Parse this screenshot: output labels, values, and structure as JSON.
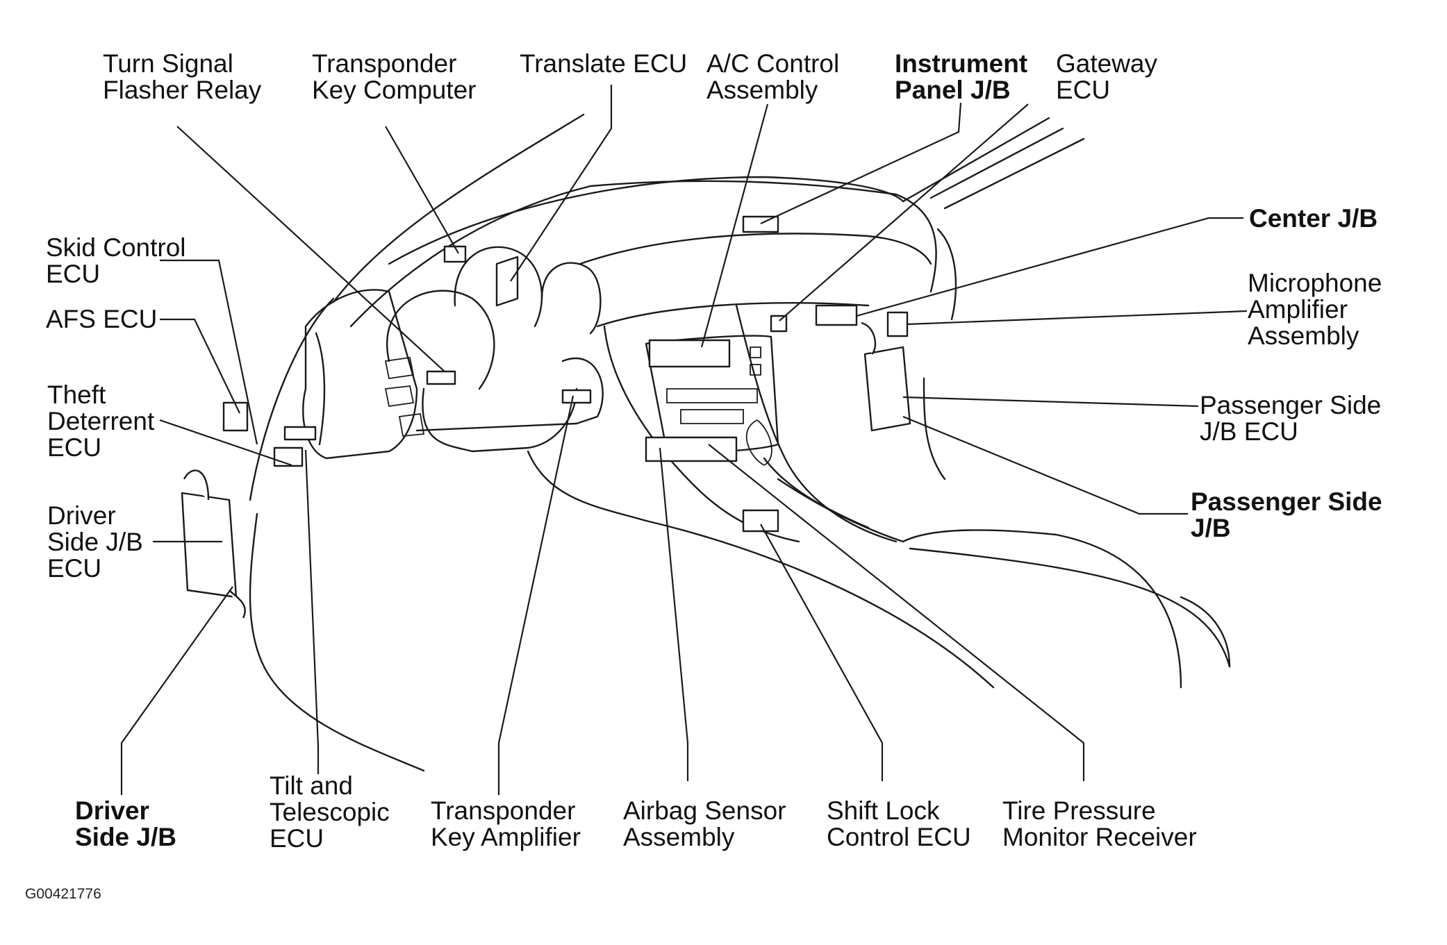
{
  "labels": {
    "turn_signal": [
      "Turn Signal",
      "Flasher Relay"
    ],
    "transponder_key_computer": [
      "Transponder",
      "Key Computer"
    ],
    "translate_ecu": [
      "Translate ECU"
    ],
    "ac_control": [
      "A/C Control",
      "Assembly"
    ],
    "instrument_panel_jb": [
      "Instrument",
      "Panel J/B"
    ],
    "gateway_ecu": [
      "Gateway",
      "ECU"
    ],
    "center_jb": [
      "Center J/B"
    ],
    "microphone_amp": [
      "Microphone",
      "Amplifier",
      "Assembly"
    ],
    "passenger_jb_ecu": [
      "Passenger Side",
      "J/B ECU"
    ],
    "passenger_jb": [
      "Passenger Side",
      "J/B"
    ],
    "skid_control": [
      "Skid Control",
      "ECU"
    ],
    "afs_ecu": [
      "AFS ECU"
    ],
    "theft_deterrent": [
      "Theft",
      "Deterrent",
      "ECU"
    ],
    "driver_jb_ecu": [
      "Driver",
      "Side J/B",
      "ECU"
    ],
    "driver_jb": [
      "Driver",
      "Side J/B"
    ],
    "tilt_telescopic": [
      "Tilt and",
      "Telescopic",
      "ECU"
    ],
    "transponder_key_amp": [
      "Transponder",
      "Key Amplifier"
    ],
    "airbag_sensor": [
      "Airbag Sensor",
      "Assembly"
    ],
    "shift_lock": [
      "Shift Lock",
      "Control ECU"
    ],
    "tire_pressure": [
      "Tire Pressure",
      "Monitor Receiver"
    ]
  },
  "figure_id": "G00421776"
}
